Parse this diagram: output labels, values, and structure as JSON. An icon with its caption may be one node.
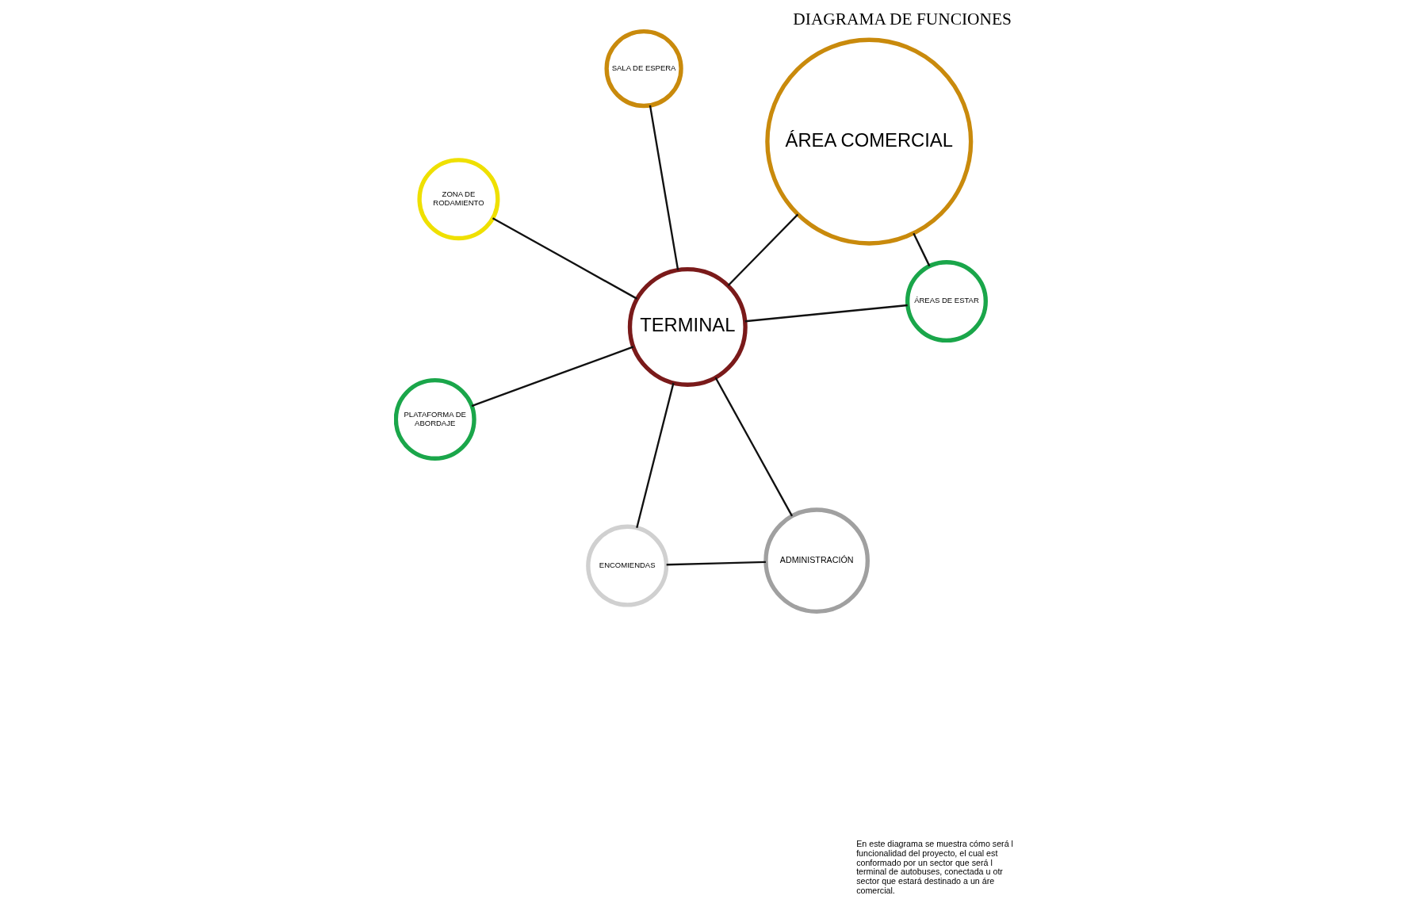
{
  "diagram": {
    "title": "DIAGRAMA DE FUNCIONES",
    "nodes": [
      {
        "text": [
          "ENCOMIENDAS"
        ]
      },
      {
        "text": [
          "ADMINISTRACIÓN"
        ]
      },
      {
        "text": [
          "PLATAFORMA DE ABORDAJE"
        ]
      },
      {
        "text": [
          "TERMINAL"
        ]
      },
      {
        "text": [
          "SALA DE ESPERA"
        ]
      },
      {
        "text": [
          "ÁREA COMERCIAL"
        ]
      },
      {
        "text": [
          "ZONA DE RODAMIENTO"
        ]
      },
      {
        "text": [
          "ÁREAS DE ESTAR"
        ]
      }
    ],
    "edges": [
      {
        "from": 0,
        "to": 1,
        "arrow": "none"
      },
      {
        "from": 0,
        "to": 3,
        "arrow": "none"
      },
      {
        "from": 1,
        "to": 3,
        "arrow": "none"
      },
      {
        "from": 2,
        "to": 3,
        "arrow": "none"
      },
      {
        "from": 4,
        "to": 3,
        "arrow": "none"
      },
      {
        "from": 6,
        "to": 3,
        "arrow": "none"
      },
      {
        "from": 3,
        "to": 7,
        "arrow": "none"
      },
      {
        "from": 3,
        "to": 5,
        "arrow": "none"
      },
      {
        "from": 7,
        "to": 5,
        "arrow": "none"
      }
    ],
    "labels": [
      "En este diagrama se muestra cómo será l funcionalidad del proyecto, el cual est conformado por un sector que será l terminal de autobuses, conectada u otr sector que estará destinado a un áre comercial."
    ]
  }
}
